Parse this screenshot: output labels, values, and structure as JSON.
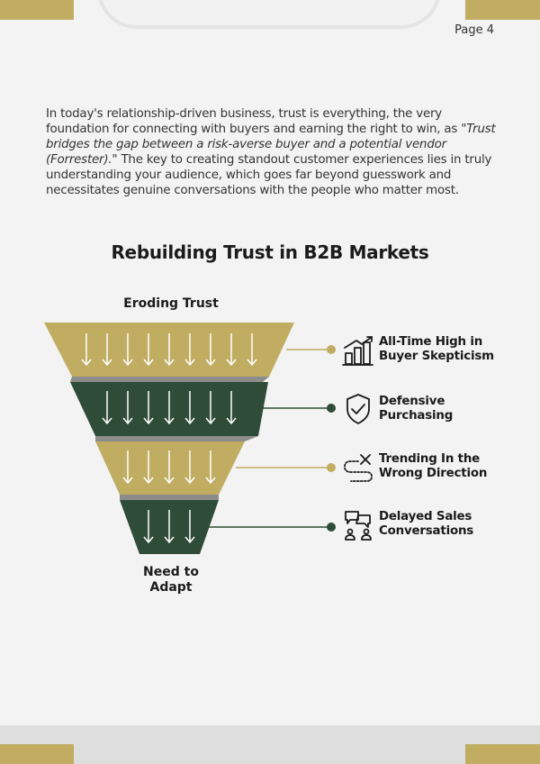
{
  "page": {
    "number_label": "Page 4"
  },
  "intro": {
    "text_before": "In today's relationship-driven business, trust is everything, the very foundation for connecting with buyers and earning the right to win, as ",
    "quote": "\"Trust bridges the gap between a risk-averse buyer and a potential vendor (Forrester).\"",
    "text_after": " The key to creating standout customer experiences lies in truly understanding your audience, which goes far beyond guesswork and necessitates genuine conversations with the people who matter most."
  },
  "funnel": {
    "title": "Rebuilding Trust in B2B Markets",
    "top_label": "Eroding Trust",
    "bottom_label_line1": "Need to",
    "bottom_label_line2": "Adapt",
    "colors": {
      "gold": "#c0ad62",
      "green": "#2e4c37",
      "gray": "#8c8c8c"
    },
    "items": [
      {
        "line1": "All-Time High in",
        "line2": "Buyer Skepticism",
        "icon": "rising-chart-icon",
        "arrows": 9
      },
      {
        "line1": "Defensive",
        "line2": "Purchasing",
        "icon": "shield-check-icon",
        "arrows": 7
      },
      {
        "line1": "Trending In the",
        "line2": "Wrong Direction",
        "icon": "wrong-path-icon",
        "arrows": 5
      },
      {
        "line1": "Delayed Sales",
        "line2": "Conversations",
        "icon": "chat-people-icon",
        "arrows": 3
      }
    ]
  }
}
